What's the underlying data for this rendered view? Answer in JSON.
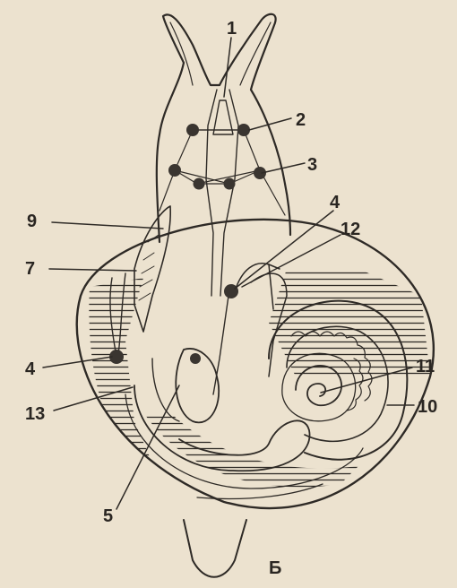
{
  "figure": {
    "panel_letter": "Б",
    "labels": {
      "l1": "1",
      "l2": "2",
      "l3": "3",
      "l4a": "4",
      "l12": "12",
      "l9": "9",
      "l7": "7",
      "l4b": "4",
      "l11": "11",
      "l10": "10",
      "l13": "13",
      "l5": "5"
    }
  },
  "colors": {
    "paper": "#ece2cf",
    "ink": "#2e2a26",
    "ganglion": "#3a3530"
  }
}
